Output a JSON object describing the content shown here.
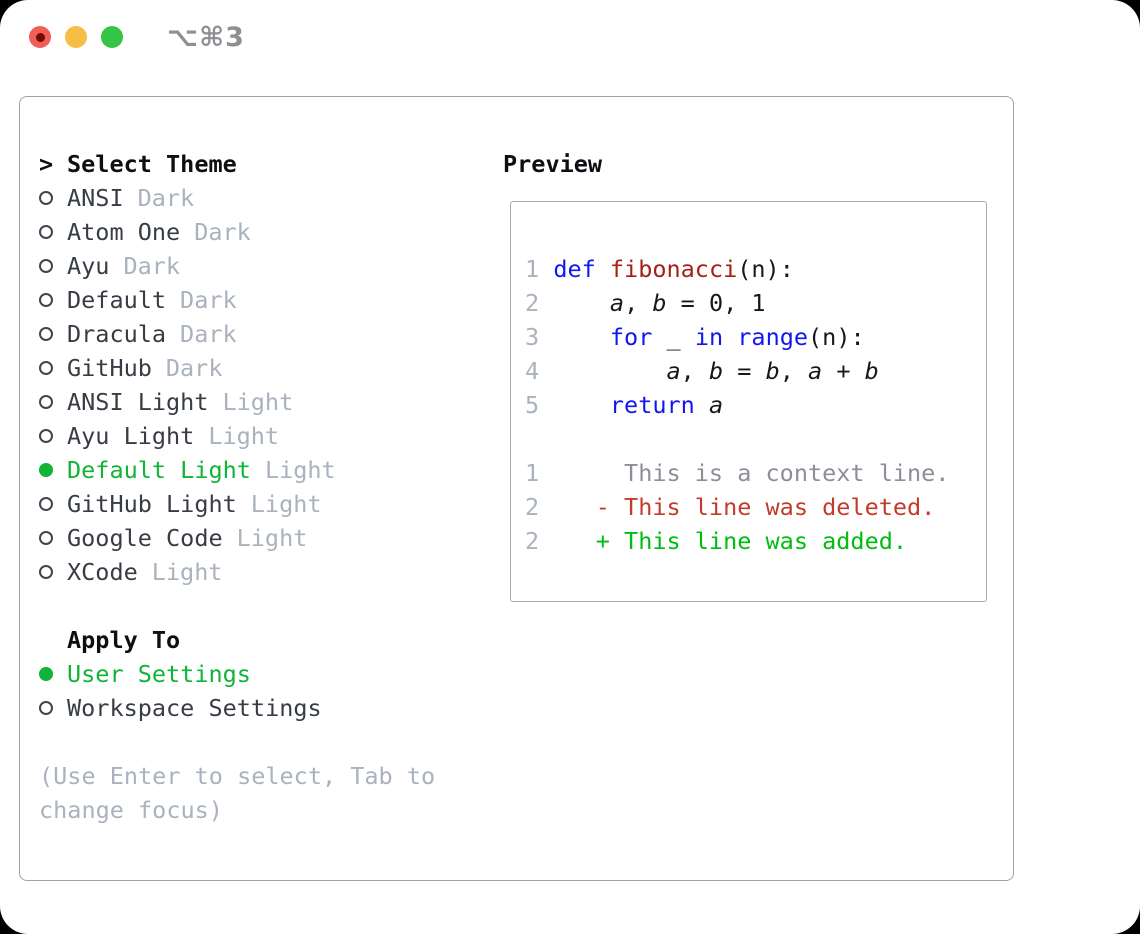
{
  "window": {
    "title": "⌥⌘3"
  },
  "icons": {
    "close": "close-button",
    "minimize": "minimize-button",
    "zoom": "zoom-button"
  },
  "theme_list": {
    "cursor": ">",
    "header": "Select Theme",
    "items": [
      {
        "name": "ANSI",
        "variant": "Dark",
        "selected": false
      },
      {
        "name": "Atom One",
        "variant": "Dark",
        "selected": false
      },
      {
        "name": "Ayu",
        "variant": "Dark",
        "selected": false
      },
      {
        "name": "Default",
        "variant": "Dark",
        "selected": false
      },
      {
        "name": "Dracula",
        "variant": "Dark",
        "selected": false
      },
      {
        "name": "GitHub",
        "variant": "Dark",
        "selected": false
      },
      {
        "name": "ANSI Light",
        "variant": "Light",
        "selected": false
      },
      {
        "name": "Ayu Light",
        "variant": "Light",
        "selected": false
      },
      {
        "name": "Default Light",
        "variant": "Light",
        "selected": true
      },
      {
        "name": "GitHub Light",
        "variant": "Light",
        "selected": false
      },
      {
        "name": "Google Code",
        "variant": "Light",
        "selected": false
      },
      {
        "name": "XCode",
        "variant": "Light",
        "selected": false
      }
    ]
  },
  "apply_to": {
    "header": "Apply To",
    "options": [
      {
        "label": "User Settings",
        "selected": true
      },
      {
        "label": "Workspace Settings",
        "selected": false
      }
    ]
  },
  "hint": "(Use Enter to select, Tab to change focus)",
  "preview": {
    "header": "Preview",
    "code_lines": [
      {
        "num": "1",
        "tokens": [
          {
            "c": "pl",
            "text": " "
          },
          {
            "c": "kw",
            "text": "def "
          },
          {
            "c": "fn",
            "text": "fibonacci"
          },
          {
            "c": "pl",
            "text": "(n):"
          }
        ]
      },
      {
        "num": "2",
        "tokens": [
          {
            "c": "pl",
            "text": "     "
          },
          {
            "c": "var",
            "text": "a"
          },
          {
            "c": "pl",
            "text": ", "
          },
          {
            "c": "var",
            "text": "b"
          },
          {
            "c": "pl",
            "text": " = 0, 1"
          }
        ]
      },
      {
        "num": "3",
        "tokens": [
          {
            "c": "pl",
            "text": "     "
          },
          {
            "c": "kw",
            "text": "for"
          },
          {
            "c": "pl",
            "text": " "
          },
          {
            "c": "var",
            "text": "_"
          },
          {
            "c": "pl",
            "text": " "
          },
          {
            "c": "kw",
            "text": "in"
          },
          {
            "c": "pl",
            "text": " "
          },
          {
            "c": "kw",
            "text": "range"
          },
          {
            "c": "pl",
            "text": "(n):"
          }
        ]
      },
      {
        "num": "4",
        "tokens": [
          {
            "c": "pl",
            "text": "         "
          },
          {
            "c": "var",
            "text": "a"
          },
          {
            "c": "pl",
            "text": ", "
          },
          {
            "c": "var",
            "text": "b"
          },
          {
            "c": "pl",
            "text": " = "
          },
          {
            "c": "var",
            "text": "b"
          },
          {
            "c": "pl",
            "text": ", "
          },
          {
            "c": "var",
            "text": "a"
          },
          {
            "c": "pl",
            "text": " + "
          },
          {
            "c": "var",
            "text": "b"
          }
        ]
      },
      {
        "num": "5",
        "tokens": [
          {
            "c": "pl",
            "text": "     "
          },
          {
            "c": "kw",
            "text": "return"
          },
          {
            "c": "pl",
            "text": " "
          },
          {
            "c": "var",
            "text": "a"
          }
        ]
      }
    ],
    "diff_lines": [
      {
        "num": "1",
        "type": "context",
        "text": "      This is a context line."
      },
      {
        "num": "2",
        "type": "deleted",
        "text": "    - This line was deleted."
      },
      {
        "num": "2",
        "type": "added",
        "text": "    + This line was added."
      }
    ]
  },
  "colors": {
    "green-select": "#10b437",
    "diff-add": "#00bd10",
    "diff-del": "#c43b2b",
    "keyword": "#1217ef",
    "function": "#a52117",
    "muted": "#a9b2bd",
    "border": "#9aa3ae",
    "titlebar-text": "#8e8e93",
    "tl-red": "#f05e56",
    "tl-yellow": "#f8bd45",
    "tl-green": "#35c444"
  }
}
